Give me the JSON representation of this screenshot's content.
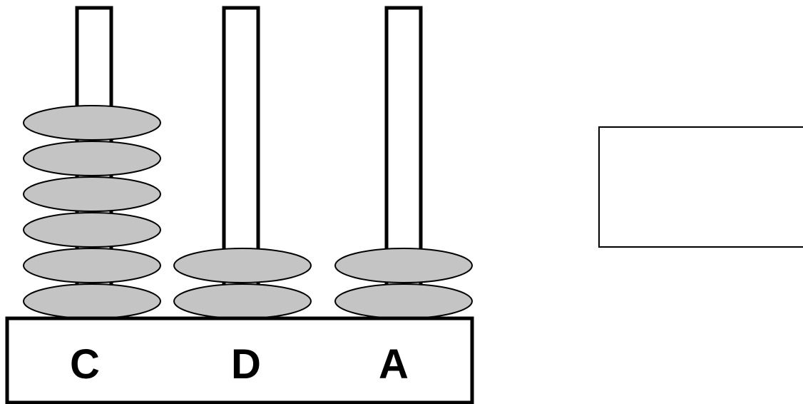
{
  "abacus": {
    "rods": [
      {
        "label": "C",
        "beads": 6
      },
      {
        "label": "D",
        "beads": 2
      },
      {
        "label": "A",
        "beads": 2
      }
    ],
    "colors": {
      "bead_fill": "#c4c4c4",
      "outline": "#000000",
      "background": "#ffffff"
    }
  },
  "answer_box": {
    "value": ""
  }
}
